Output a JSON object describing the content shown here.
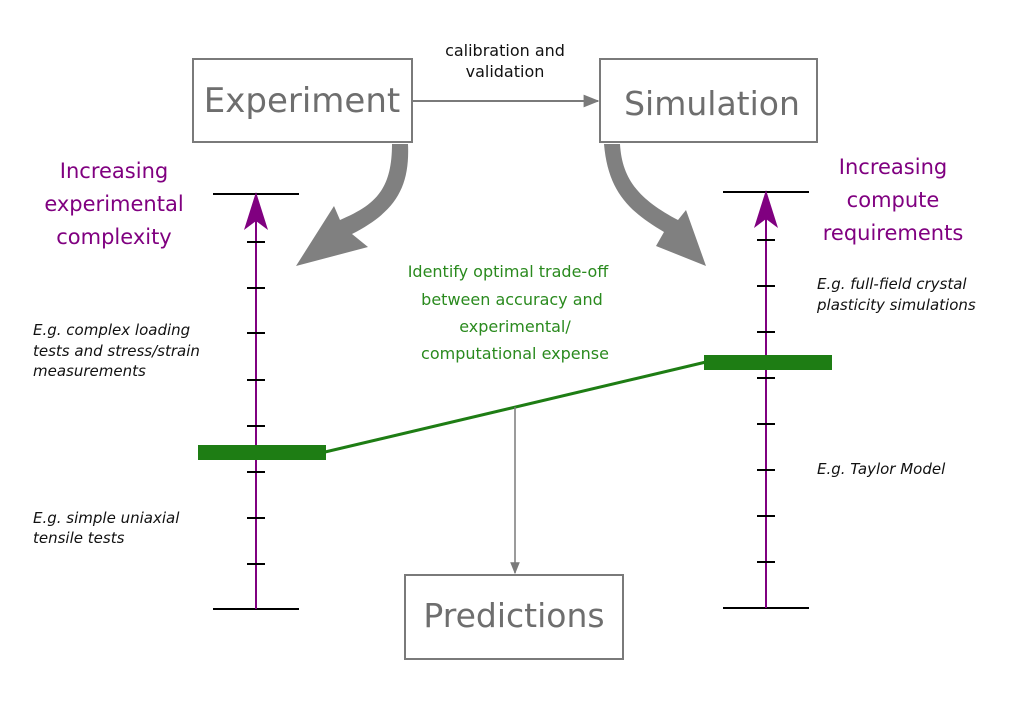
{
  "boxes": {
    "experiment": "Experiment",
    "simulation": "Simulation",
    "predictions": "Predictions"
  },
  "calibration": [
    "calibration and",
    "validation"
  ],
  "left_axis": {
    "label": [
      "Increasing",
      "experimental",
      "complexity"
    ],
    "note_high": [
      "E.g. complex loading",
      "tests and stress/strain",
      "measurements"
    ],
    "note_low": [
      "E.g. simple uniaxial",
      "tensile tests"
    ]
  },
  "right_axis": {
    "label": [
      "Increasing",
      "compute",
      "requirements"
    ],
    "note_high": [
      "E.g. full-field crystal",
      "plasticity simulations"
    ],
    "note_low": "E.g. Taylor Model"
  },
  "tradeoff": [
    "Identify optimal trade-off",
    "between accuracy and",
    "experimental/",
    "computational expense"
  ],
  "colors": {
    "box_stroke": "#7a7a7a",
    "box_text": "#6e6e6e",
    "axis": "#800080",
    "tradeoff": "#1e7d14",
    "curved_arrow": "#808080",
    "connector": "#7a7a7a"
  }
}
